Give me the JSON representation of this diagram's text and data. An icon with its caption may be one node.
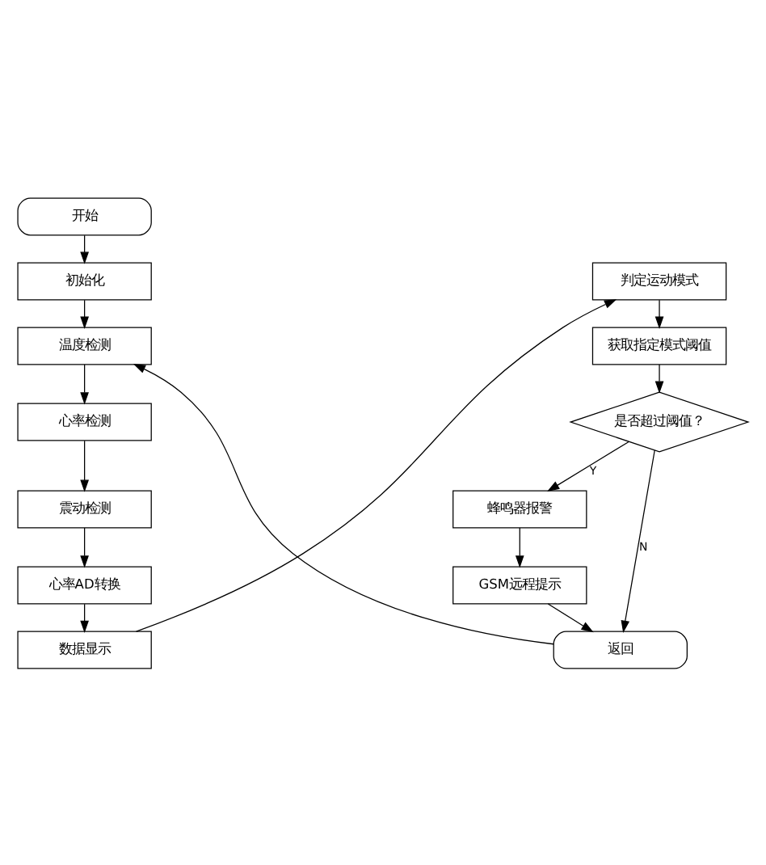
{
  "diagram": {
    "nodes": [
      {
        "text": [
          "开始"
        ]
      },
      {
        "text": [
          "初始化"
        ]
      },
      {
        "text": [
          "温度检测"
        ]
      },
      {
        "text": [
          "心率检测"
        ]
      },
      {
        "text": [
          "震动检测"
        ]
      },
      {
        "text": [
          "心率AD转换"
        ]
      },
      {
        "text": [
          "数据显示"
        ]
      },
      {
        "text": [
          "判定运动模式"
        ]
      },
      {
        "text": [
          "获取指定模式阈值"
        ]
      },
      {
        "text": [
          "是否超过阈值？"
        ]
      },
      {
        "text": [
          "蜂鸣器报警"
        ]
      },
      {
        "text": [
          "GSM远程提示"
        ]
      },
      {
        "text": [
          "返回"
        ]
      }
    ],
    "edges": [
      {
        "from": 0,
        "to": 1,
        "arrow": "to"
      },
      {
        "from": 1,
        "to": 2,
        "arrow": "to"
      },
      {
        "from": 2,
        "to": 3,
        "arrow": "to"
      },
      {
        "from": 3,
        "to": 4,
        "arrow": "to"
      },
      {
        "from": 4,
        "to": 5,
        "arrow": "to"
      },
      {
        "from": 5,
        "to": 6,
        "arrow": "to"
      },
      {
        "from": 6,
        "to": 7,
        "arrow": "to"
      },
      {
        "from": 7,
        "to": 8,
        "arrow": "to"
      },
      {
        "from": 8,
        "to": 9,
        "arrow": "to"
      },
      {
        "from": 9,
        "to": 10,
        "arrow": "to",
        "label": "Y"
      },
      {
        "from": 10,
        "to": 11,
        "arrow": "to"
      },
      {
        "from": 11,
        "to": 12,
        "arrow": "to"
      },
      {
        "from": 9,
        "to": 12,
        "arrow": "to",
        "label": "N"
      },
      {
        "from": 12,
        "to": 2,
        "arrow": "to"
      }
    ]
  }
}
